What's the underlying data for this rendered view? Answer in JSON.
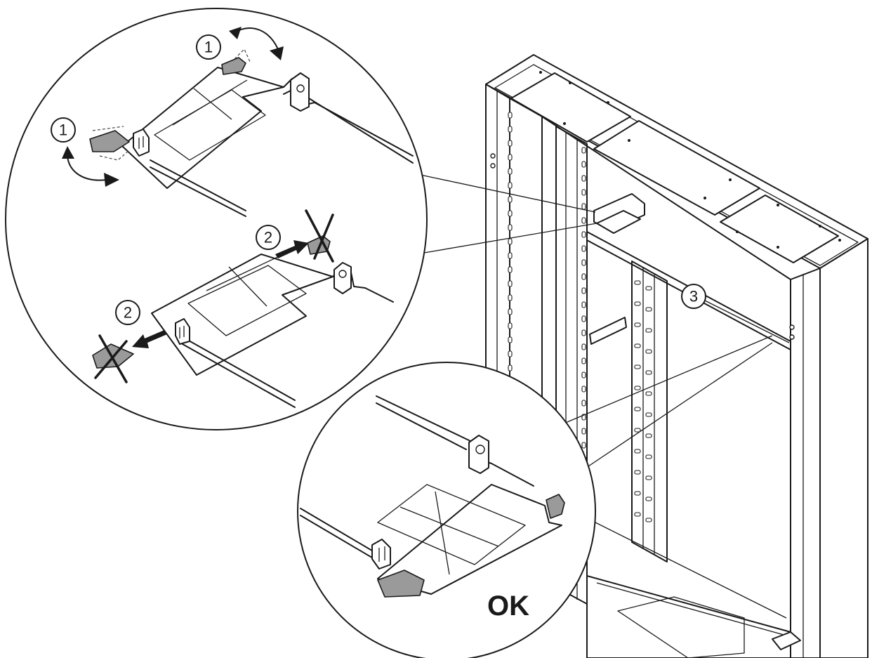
{
  "diagram": {
    "callouts": {
      "step1": "1",
      "step2": "2",
      "step3": "3"
    },
    "ok_label": "OK",
    "colors": {
      "line": "#1a1a1a",
      "tab_fill": "#9a9a9a",
      "background": "#ffffff"
    }
  }
}
